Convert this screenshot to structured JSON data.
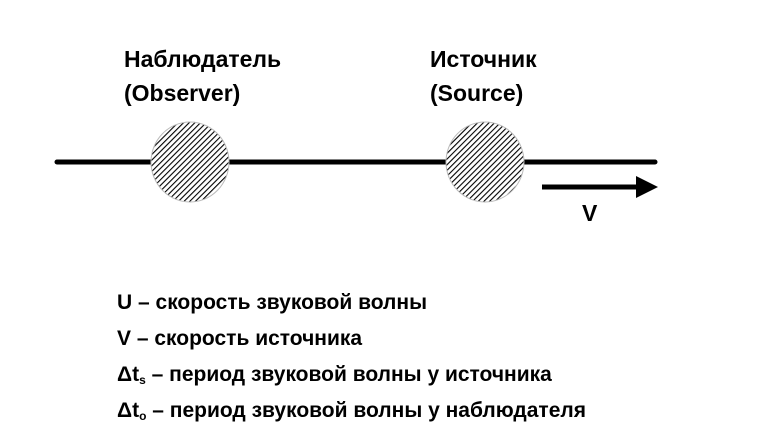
{
  "observer": {
    "label_ru": "Наблюдатель",
    "label_en": "(Observer)"
  },
  "source": {
    "label_ru": "Источник",
    "label_en": "(Source)"
  },
  "velocity_label": "V",
  "legend": [
    {
      "symbol": "U",
      "sub": "",
      "text": " – скорость звуковой волны"
    },
    {
      "symbol": "V",
      "sub": "",
      "text": " – скорость источника"
    },
    {
      "symbol": "Δt",
      "sub": "s",
      "text": " – период звуковой волны у источника"
    },
    {
      "symbol": "Δt",
      "sub": "o",
      "text": " – период звуковой волны у наблюдателя"
    }
  ]
}
